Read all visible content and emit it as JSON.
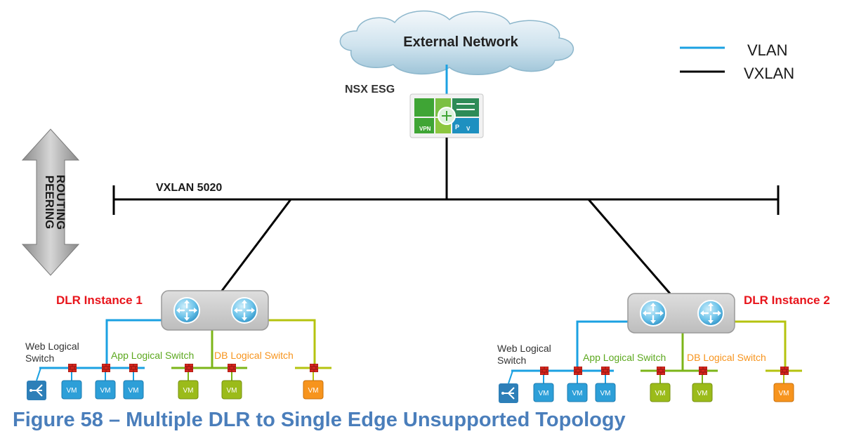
{
  "cloud": {
    "label": "External Network"
  },
  "legend": {
    "vlan_label": "VLAN",
    "vxlan_label": "VXLAN",
    "vlan_color": "#1ba1e2",
    "vxlan_color": "#000000"
  },
  "esg": {
    "label": "NSX ESG",
    "vpn_label": "VPN",
    "p_label": "P",
    "v_label": "V"
  },
  "peering": {
    "line1": "ROUTING",
    "line2": "PEERING"
  },
  "transit": {
    "label": "VXLAN 5020"
  },
  "dlr1": {
    "label": "DLR Instance 1",
    "web_label_line1": "Web Logical",
    "web_label_line2": "Switch",
    "app_label": "App Logical Switch",
    "db_label": "DB Logical Switch"
  },
  "dlr2": {
    "label": "DLR Instance 2",
    "web_label_line1": "Web Logical",
    "web_label_line2": "Switch",
    "app_label": "App Logical Switch",
    "db_label": "DB Logical Switch"
  },
  "vm_label": "VM",
  "colors": {
    "dlr_label": "#e8141b",
    "web_switch": "#1ba1e2",
    "app_switch": "#7cb518",
    "app_label": "#5ca81e",
    "db_switch": "#b5c30f",
    "db_label": "#f7941d",
    "vm_blue": "#2d9fd8",
    "vm_green": "#9bbb1a",
    "vm_orange": "#f7941d",
    "firewall": "#d9251c",
    "caption": "#4a7ebb"
  },
  "caption": "Figure 58 – Multiple DLR to Single Edge Unsupported Topology"
}
